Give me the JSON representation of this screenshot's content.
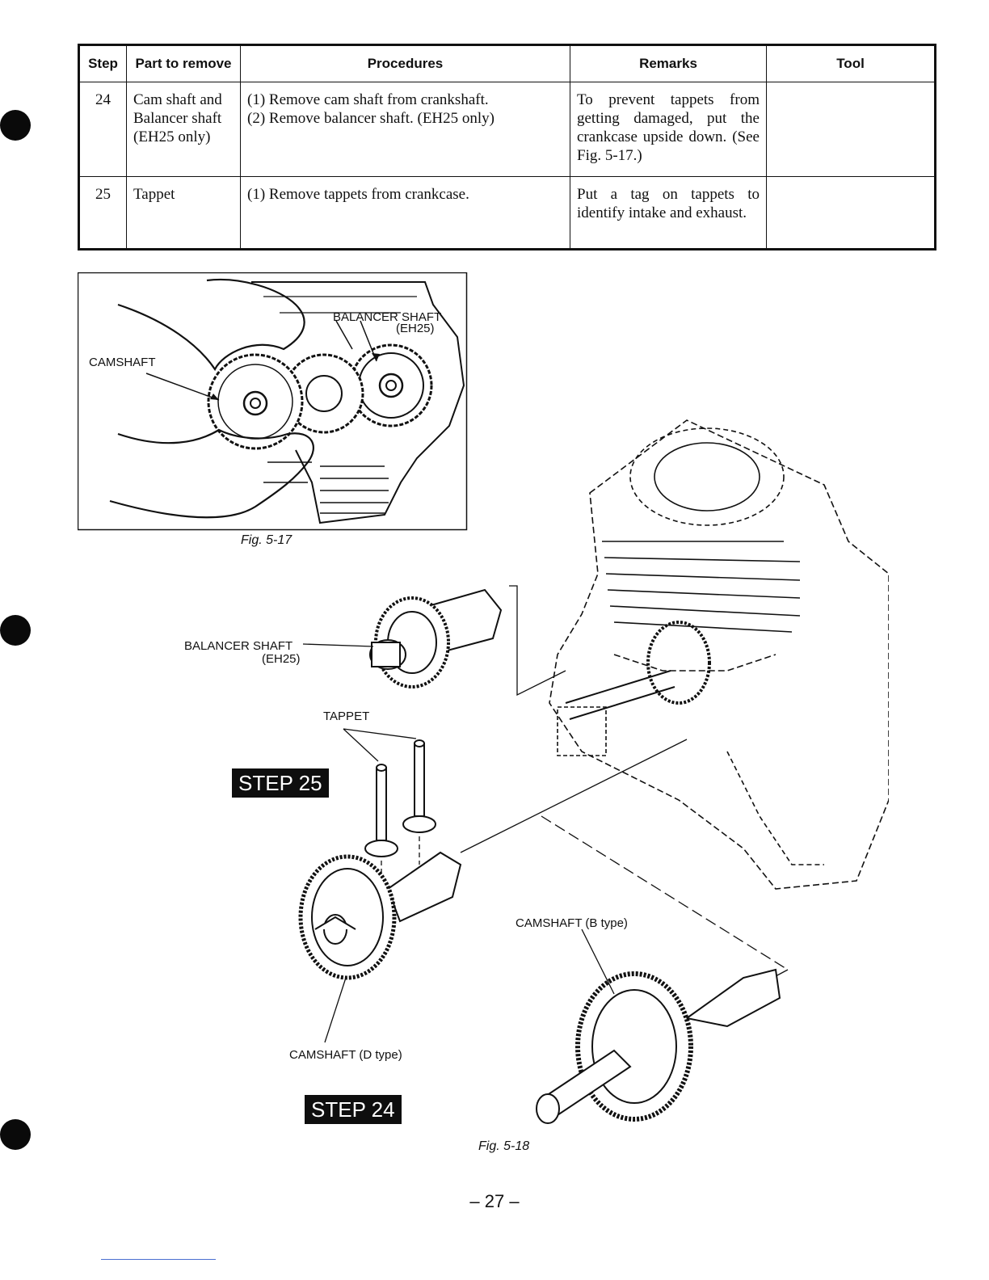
{
  "table": {
    "headers": {
      "step": "Step",
      "part": "Part to remove",
      "procedures": "Procedures",
      "remarks": "Remarks",
      "tool": "Tool"
    },
    "rows": [
      {
        "step": "24",
        "part": [
          "Cam shaft and",
          "Balancer shaft",
          "(EH25 only)"
        ],
        "procedures": [
          "(1) Remove cam shaft from crankshaft.",
          "(2) Remove balancer shaft. (EH25 only)"
        ],
        "remarks": "To prevent tappets from getting damaged, put the crankcase upside down. (See Fig. 5-17.)",
        "tool": ""
      },
      {
        "step": "25",
        "part": [
          "Tappet"
        ],
        "procedures": [
          "(1) Remove tappets from crankcase."
        ],
        "remarks": "Put a tag on tappets to identify intake and exhaust.",
        "tool": ""
      }
    ]
  },
  "fig17": {
    "caption": "Fig. 5-17",
    "labels": {
      "balancer_shaft": "BALANCER SHAFT",
      "balancer_model": "(EH25)",
      "camshaft": "CAMSHAFT"
    }
  },
  "fig18": {
    "caption": "Fig. 5-18",
    "labels": {
      "balancer_shaft": "BALANCER SHAFT",
      "balancer_model": "(EH25)",
      "tappet": "TAPPET",
      "camshaft_b": "CAMSHAFT (B type)",
      "camshaft_d": "CAMSHAFT (D type)"
    },
    "step25": "STEP 25",
    "step24": "STEP 24"
  },
  "page_number": "– 27 –"
}
